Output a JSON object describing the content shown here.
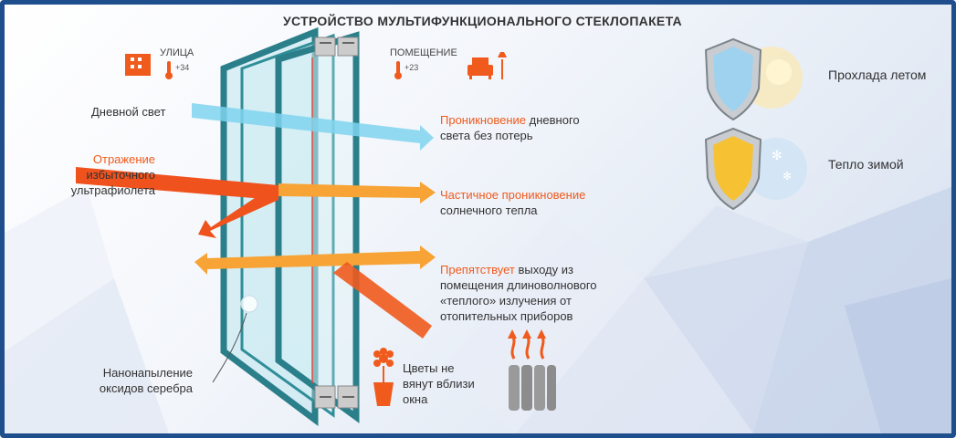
{
  "title": "УСТРОЙСТВО МУЛЬТИФУНКЦИОНАЛЬНОГО СТЕКЛОПАКЕТА",
  "outdoor": {
    "label": "УЛИЦА",
    "temp": "+34"
  },
  "indoor": {
    "label": "ПОМЕЩЕНИЕ",
    "temp": "+23"
  },
  "left_labels": {
    "daylight": "Дневной свет",
    "reflection_hl": "Отражение",
    "reflection_l1": "избыточного",
    "reflection_l2": "ультрафиолета",
    "coating_l1": "Нанонапыление",
    "coating_l2": "оксидов серебра"
  },
  "right_labels": {
    "penetration_hl": "Проникновение",
    "penetration_rest": " дневного",
    "penetration_l2": "света без потерь",
    "partial_hl": "Частичное проникновение",
    "partial_l2": "солнечного тепла",
    "prevents_hl": "Препятствует",
    "prevents_rest": " выходу из",
    "prevents_l2": "помещения длиноволнового",
    "prevents_l3": "«теплого» излучения от",
    "prevents_l4": "отопительных приборов",
    "flowers_l1": "Цветы не",
    "flowers_l2": "вянут вблизи",
    "flowers_l3": "окна"
  },
  "features": [
    {
      "label": "Прохлада летом"
    },
    {
      "label": "Тепло зимой"
    }
  ],
  "colors": {
    "accent": "#f05a1c",
    "frame": "#1f4e8c",
    "glass_edge": "#2a7f8a",
    "light_beam": "#7fd3ee"
  }
}
